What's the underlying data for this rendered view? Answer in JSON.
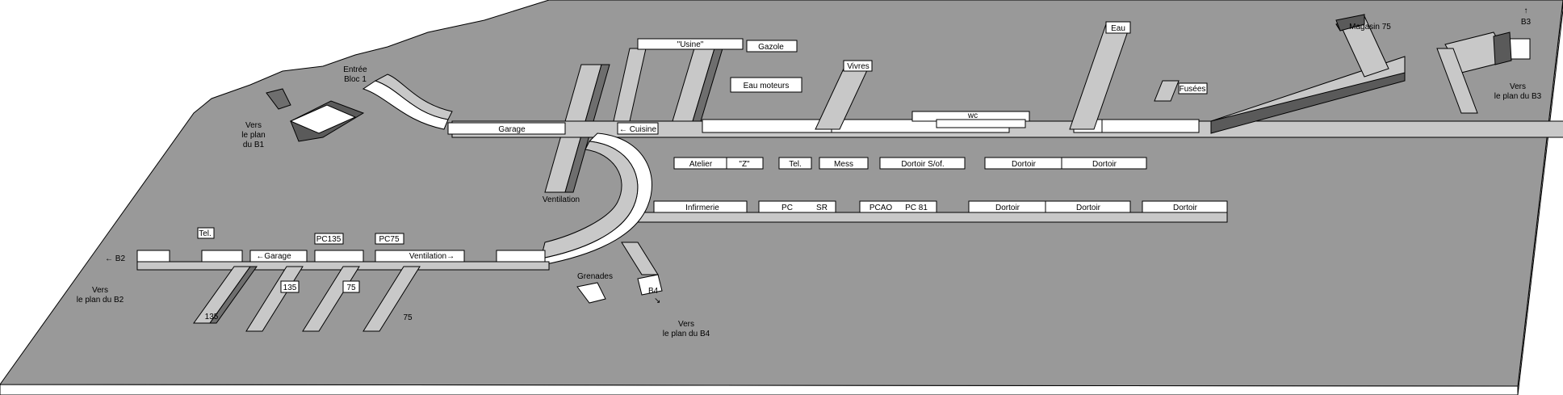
{
  "labels": {
    "entree": [
      "Entrée",
      "Bloc 1"
    ],
    "vers_b1": [
      "Vers",
      "le plan",
      "du B1"
    ],
    "vers_b2": [
      "Vers",
      "le plan du B2"
    ],
    "vers_b3": [
      "Vers",
      "le plan du B3"
    ],
    "vers_b4": [
      "Vers",
      "le plan du B4"
    ],
    "b2": "← B2",
    "b3": "B3",
    "b3_arrow": "↑",
    "b4": "B4",
    "b4_arrow": "↘",
    "usine": "\"Usine\"",
    "gazole": "Gazole",
    "eau_moteurs": "Eau moteurs",
    "vivres": "Vivres",
    "eau": "Eau",
    "wc": "wc",
    "fusees": "Fusées",
    "magasin75": "Magasin 75",
    "garage_top": "Garage",
    "cuisine": "← Cuisine",
    "ventilation_left": "Ventilation",
    "atelier": "Atelier",
    "z": "\"Z\"",
    "tel_mid": "Tel.",
    "mess": "Mess",
    "dortoir_sof": "Dortoir S/of.",
    "dortoir": "Dortoir",
    "infirmerie": "Infirmerie",
    "pc": "PC",
    "sr": "SR",
    "pcao": "PCAO",
    "pc81": "PC 81",
    "grenades": "Grenades",
    "tel_left": "Tel.",
    "garage_left": "←Garage",
    "pc135": "PC135",
    "pc75": "PC75",
    "ventilation_right": "Ventilation→",
    "n135": "135",
    "n75": "75"
  }
}
